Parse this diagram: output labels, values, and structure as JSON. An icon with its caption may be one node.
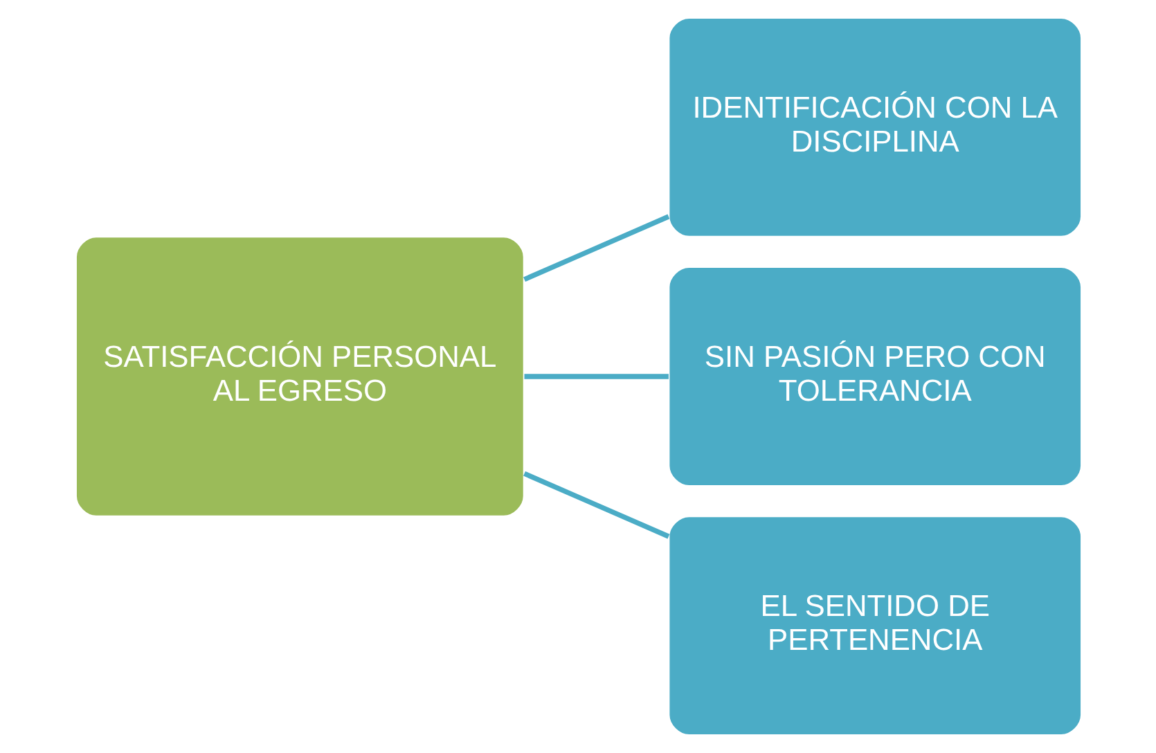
{
  "diagram": {
    "nodes": [
      {
        "text": [
          "SATISFACCIÓN PERSONAL AL EGRESO"
        ]
      },
      {
        "text": [
          "IDENTIFICACIÓN CON LA DISCIPLINA"
        ]
      },
      {
        "text": [
          "SIN PASIÓN PERO CON TOLERANCIA"
        ]
      },
      {
        "text": [
          "EL SENTIDO DE PERTENENCIA"
        ]
      }
    ],
    "edges": [
      {
        "from": 0,
        "to": 1,
        "arrow": "none"
      },
      {
        "from": 0,
        "to": 2,
        "arrow": "none"
      },
      {
        "from": 0,
        "to": 3,
        "arrow": "none"
      }
    ]
  }
}
